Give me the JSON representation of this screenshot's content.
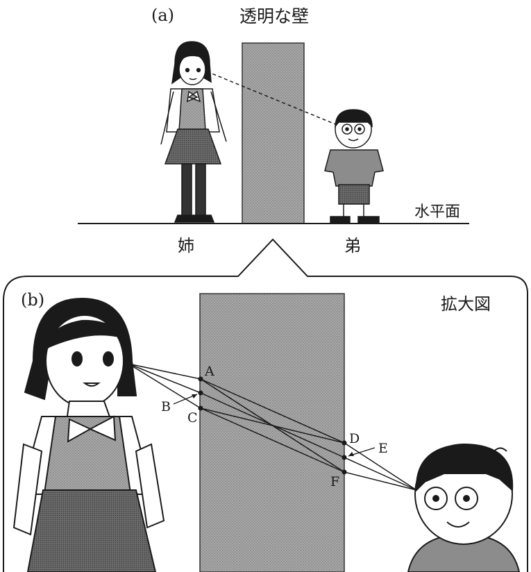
{
  "panel_a": {
    "tag": "(a)",
    "title": "透明な壁",
    "surface_label": "水平面",
    "left_person": "姉",
    "right_person": "弟"
  },
  "panel_b": {
    "tag": "(b)",
    "title": "拡大図",
    "points": [
      "A",
      "B",
      "C",
      "D",
      "E",
      "F"
    ]
  },
  "colors": {
    "wall_fill": "#9a9a9a",
    "ink": "#1a1a1a",
    "skirt": "#555555",
    "shirt_boy": "#8c8c8c"
  }
}
